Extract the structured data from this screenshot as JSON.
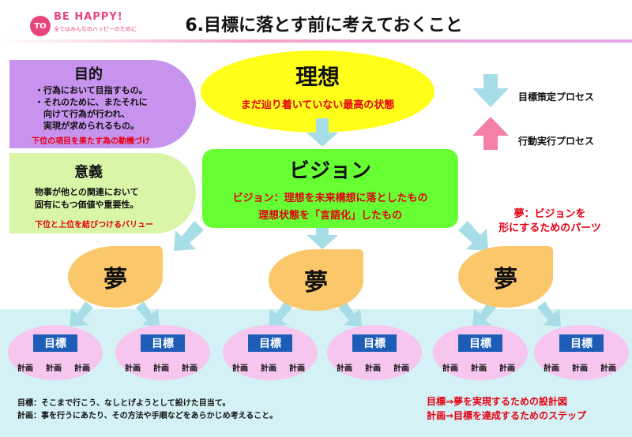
{
  "header": {
    "logo_circle": "TO",
    "logo_text": "BE HAPPY!",
    "logo_sub": "全てはみんなのハッピーのために",
    "title": "6.目標に落とす前に考えておくこと"
  },
  "purpose": {
    "title": "目的",
    "lines": [
      "・行為において目指すもの。",
      "・それのために、またそれに",
      "　向けて行為が行われ、",
      "　実現が求められるもの。"
    ],
    "note": "下位の項目を果たす為の動機づけ"
  },
  "meaning": {
    "title": "意義",
    "lines": [
      "物事が他との関連において",
      "固有にもつ価値や重要性。"
    ],
    "note": "下位と上位を結びつけるバリュー"
  },
  "ideal": {
    "title": "理想",
    "subtitle": "まだ辿り着いていない最高の状態"
  },
  "vision": {
    "title": "ビジョン",
    "line1": "ビジョン：理想を未来構想に落としたもの",
    "line2": "理想状態を「言語化」したもの"
  },
  "legend": {
    "down_label": "目標策定プロセス",
    "up_label": "行動実行プロセス",
    "down_color": "#a6dde6",
    "up_color": "#f47fa8"
  },
  "dream_note": {
    "line1": "夢：ビジョンを",
    "line2": "形にするためのパーツ"
  },
  "dreams": [
    "夢",
    "夢",
    "夢"
  ],
  "goals": [
    {
      "label": "目標",
      "plans": [
        "計画",
        "計画",
        "計画"
      ]
    },
    {
      "label": "目標",
      "plans": [
        "計画",
        "計画",
        "計画"
      ]
    },
    {
      "label": "目標",
      "plans": [
        "計画",
        "計画",
        "計画"
      ]
    },
    {
      "label": "目標",
      "plans": [
        "計画",
        "計画",
        "計画"
      ]
    },
    {
      "label": "目標",
      "plans": [
        "計画",
        "計画",
        "計画"
      ]
    },
    {
      "label": "目標",
      "plans": [
        "計画",
        "計画",
        "計画"
      ]
    }
  ],
  "footer": {
    "goal_def": "目標：そこまで行こう、なしとげようとして設けた目当て。",
    "plan_def": "計画：事を行うにあたり、その方法や手順などをあらかじめ考えること。",
    "right1": "目標⇒夢を実現するための設計図",
    "right2": "計画⇒目標を達成するためのステップ"
  }
}
